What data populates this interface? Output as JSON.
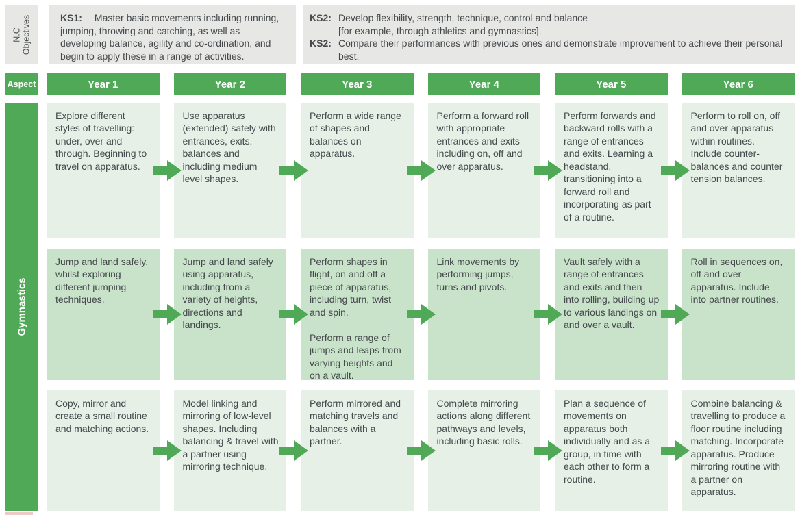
{
  "colors": {
    "green": "#4fa957",
    "cell_light": "#e6f0e6",
    "cell_medium": "#c9e3ca",
    "grey": "#e7e7e5",
    "text": "#45494c"
  },
  "objectives": {
    "section_label": "N.C\nObjectives",
    "ks1": {
      "label": "KS1:",
      "text": "Master basic movements including running, jumping, throwing and catching, as well as developing balance, agility and co-ordination, and begin to apply these in a range of activities."
    },
    "ks2_items": [
      {
        "label": "KS2:",
        "text": "Develop flexibility, strength, technique, control and balance\n[for example, through athletics and gymnastics]."
      },
      {
        "label": "KS2:",
        "text": "Compare their performances with previous ones and demonstrate improvement to achieve their personal best."
      }
    ]
  },
  "aspect_label": "Aspect",
  "aspect_name": "Gymnastics",
  "years": [
    "Year 1",
    "Year 2",
    "Year 3",
    "Year 4",
    "Year 5",
    "Year 6"
  ],
  "rows": [
    {
      "cells": [
        "Explore different styles of travelling: under, over and through. Beginning to travel on apparatus.",
        "Use apparatus (extended) safely with entrances, exits, balances and including medium level shapes.",
        "Perform a wide range of shapes and balances on apparatus.",
        "Perform a forward roll with appropriate entrances and exits including on, off and over apparatus.",
        "Perform forwards and backward rolls with a range of entrances and exits. Learning a headstand, transitioning into a forward roll and incorporating as part of a routine.",
        "Perform to roll on, off and over apparatus within routines. Include counter-balances and counter tension balances."
      ]
    },
    {
      "cells": [
        "Jump and land safely, whilst exploring different jumping techniques.",
        "Jump and land safely using apparatus, including from a variety of heights, directions and landings.",
        "Perform shapes in flight, on and off a piece of apparatus, including turn, twist and spin.\n\nPerform a range of jumps and leaps from varying heights and on a vault.",
        "Link movements by performing jumps, turns and pivots.",
        "Vault safely with a range of entrances and exits and then into rolling, building up to various landings on and over a vault.",
        "Roll in sequences on, off and over apparatus. Include into partner routines."
      ]
    },
    {
      "cells": [
        "Copy, mirror and create a small routine and matching actions.",
        "Model linking and mirroring of low-level shapes. Including balancing & travel with a partner using mirroring technique.",
        "Perform mirrored and matching travels and balances with a partner.",
        "Complete mirroring actions along different pathways and levels, including basic rolls.",
        "Plan a sequence of movements on apparatus both individually and as a group, in time with each other to form a routine.",
        "Combine balancing & travelling to produce a floor routine including matching. Incorporate apparatus. Produce mirroring routine with a partner on apparatus."
      ]
    }
  ]
}
